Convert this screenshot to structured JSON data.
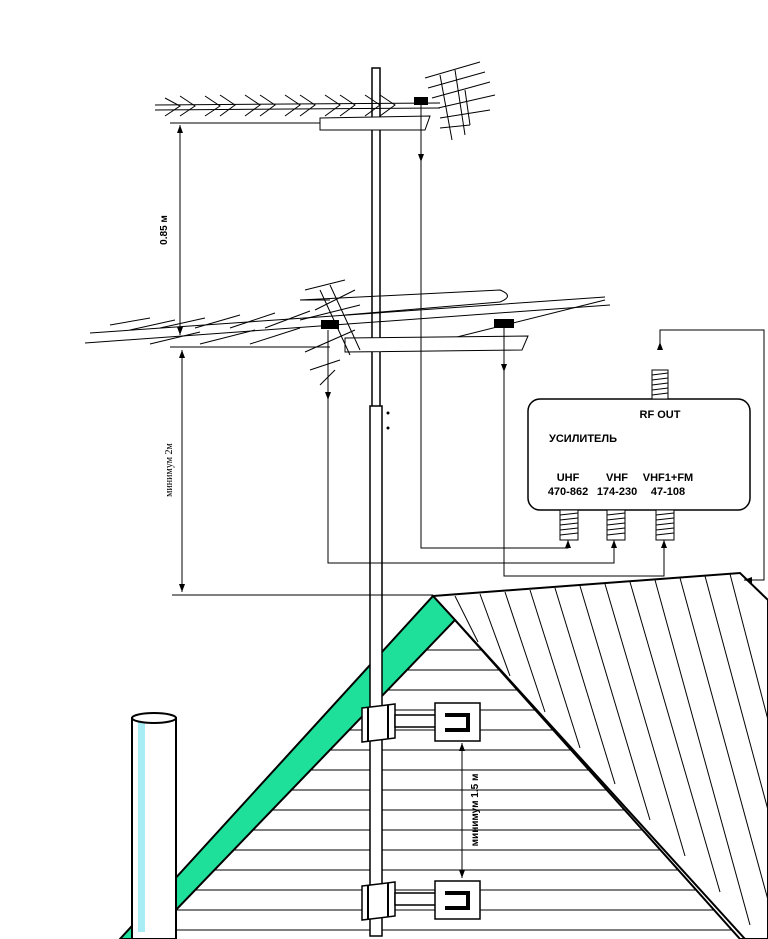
{
  "dimensions": {
    "top_spacing": "0.85 м",
    "mast_height": "минимум 2м",
    "bracket_spacing": "минимум 1.5 м"
  },
  "amplifier": {
    "title": "УСИЛИТЕЛЬ",
    "output": "RF OUT",
    "inputs": [
      {
        "band": "UHF",
        "range": "470-862"
      },
      {
        "band": "VHF",
        "range": "174-230"
      },
      {
        "band": "VHF1+FM",
        "range": "47-108"
      }
    ]
  },
  "colors": {
    "roof_edge": "#1fe09a",
    "chimney_highlight": "#a8ecf5",
    "line": "#000000"
  }
}
